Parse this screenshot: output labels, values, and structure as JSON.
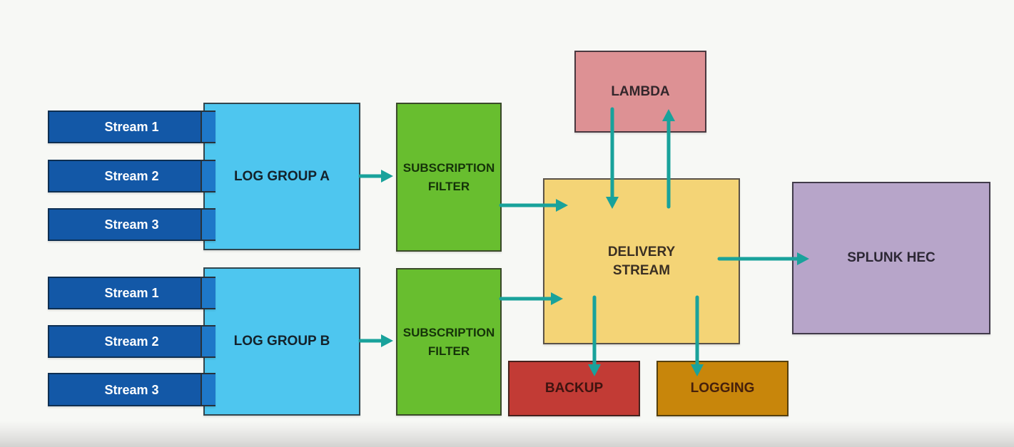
{
  "diagram": {
    "group_a": {
      "streams": [
        "Stream 1",
        "Stream 2",
        "Stream 3"
      ],
      "log_group": "LOG GROUP A",
      "filter": {
        "lines": [
          "SUBSCRIPTION",
          "FILTER"
        ]
      }
    },
    "group_b": {
      "streams": [
        "Stream 1",
        "Stream 2",
        "Stream 3"
      ],
      "log_group": "LOG GROUP B",
      "filter": {
        "lines": [
          "SUBSCRIPTION",
          "FILTER"
        ]
      }
    },
    "lambda": {
      "label": "LAMBDA"
    },
    "delivery_stream": {
      "lines": [
        "DELIVERY",
        "STREAM"
      ]
    },
    "splunk": {
      "label": "SPLUNK HEC"
    },
    "backup": {
      "label": "BACKUP"
    },
    "logging": {
      "label": "LOGGING"
    },
    "edges": [
      {
        "from": "log-group-a",
        "to": "subscription-filter-1"
      },
      {
        "from": "log-group-b",
        "to": "subscription-filter-2"
      },
      {
        "from": "subscription-filter-1",
        "to": "delivery-stream"
      },
      {
        "from": "subscription-filter-2",
        "to": "delivery-stream"
      },
      {
        "from": "lambda",
        "to": "delivery-stream"
      },
      {
        "from": "delivery-stream",
        "to": "lambda"
      },
      {
        "from": "delivery-stream",
        "to": "splunk-hec"
      },
      {
        "from": "delivery-stream",
        "to": "backup"
      },
      {
        "from": "delivery-stream",
        "to": "logging"
      }
    ],
    "colors": {
      "background": "#f7f8f5",
      "stream_blue": "#1358a7",
      "stream_overlap_blue": "#1e78c8",
      "log_group_cyan": "#4ec6ef",
      "filter_green": "#68be2f",
      "delivery_yellow": "#f4d476",
      "lambda_salmon": "#dd9194",
      "splunk_purple": "#b7a5c9",
      "backup_red": "#c23b35",
      "logging_ochre": "#c8860b",
      "arrow_teal": "#19a29b"
    }
  }
}
